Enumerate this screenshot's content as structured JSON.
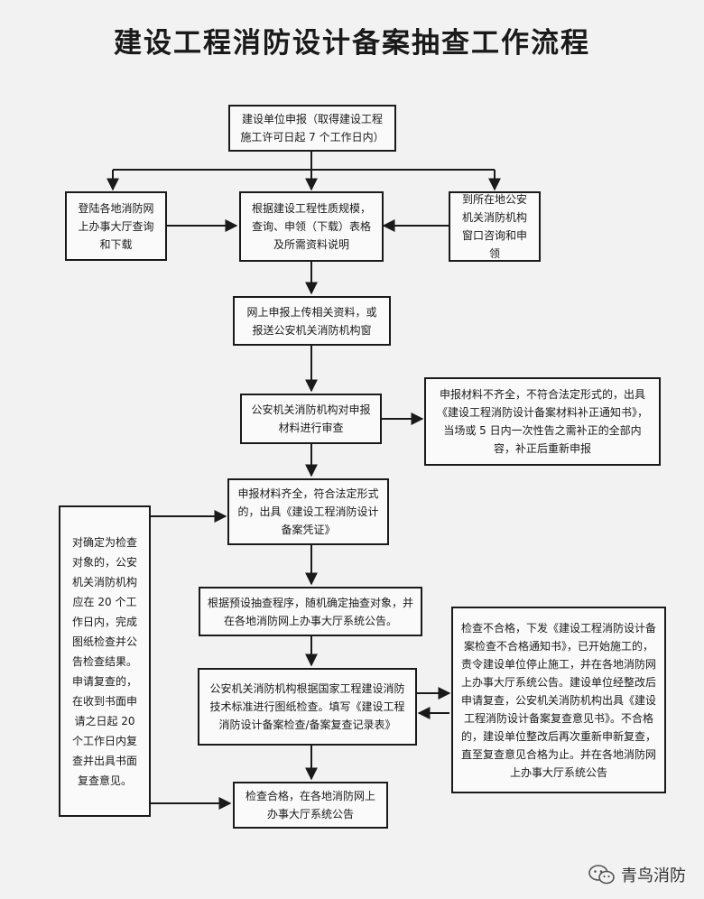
{
  "title": "建设工程消防设计备案抽查工作流程",
  "nodes": {
    "apply": "建设单位申报（取得建设工程施工许可日起 7 个工作日内）",
    "online_query": "登陆各地消防网上办事大厅查询和下载",
    "fill_forms": "根据建设工程性质规模，查询、申领（下载）表格及所需资料说明",
    "counter_consult": "到所在地公安机关消防机构窗口咨询和申领",
    "upload": "网上申报上传相关资料，或报送公安机关消防机构窗",
    "review": "公安机关消防机构对申报材料进行审查",
    "incomplete": "申报材料不齐全，不符合法定形式的，出具《建设工程消防设计备案材料补正通知书》，当场或 5 日内一次性告之需补正的全部内容，补正后重新申报",
    "complete": "申报材料齐全，符合法定形式的，出具《建设工程消防设计备案凭证》",
    "selected_note": "对确定为检查对象的，公安机关消防机构应在 20 个工作日内，完成图纸检查并公告检查结果。申请复查的，在收到书面申请之日起 20 个工作日内复查并出具书面复查意见。",
    "random_select": "根据预设抽查程序，随机确定抽查对象，并在各地消防网上办事大厅系统公告。",
    "inspect": "公安机关消防机构根据国家工程建设消防技术标准进行图纸检查。填写《建设工程消防设计备案检查/备案复查记录表》",
    "fail": "检查不合格，下发《建设工程消防设计备案检查不合格通知书》，已开始施工的，责令建设单位停止施工，并在各地消防网上办事大厅系统公告。建设单位经整改后申请复查，公安机关消防机构出具《建设工程消防设计备案复查意见书》。不合格的，建设单位整改后再次重新申新复查，直至复查意见合格为止。并在各地消防网上办事大厅系统公告",
    "pass": "检查合格，在各地消防网上办事大厅系统公告"
  },
  "watermark": "青鸟消防"
}
